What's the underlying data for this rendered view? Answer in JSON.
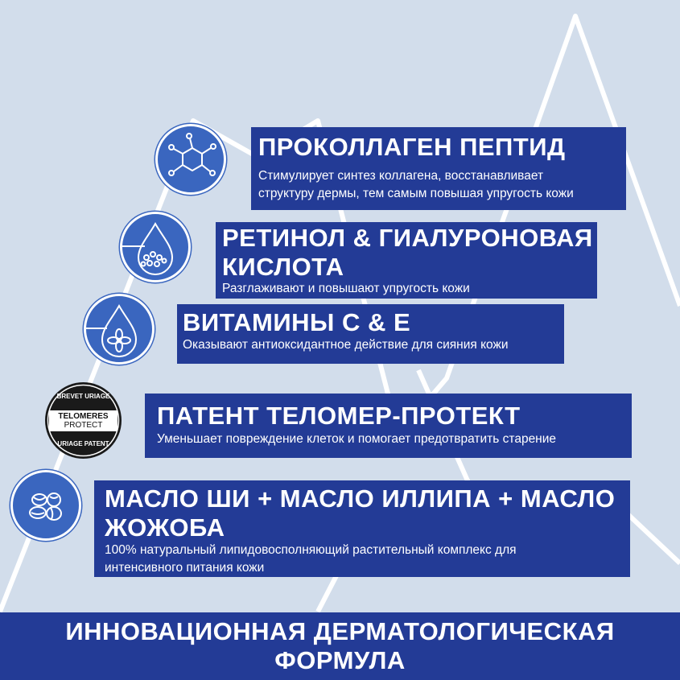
{
  "items": [
    {
      "title": "ПРОКОЛЛАГЕН ПЕПТИД",
      "text_lines": [
        "Стимулирует синтез коллагена,  восстанавливает",
        "структуру дермы, тем самым повышая упругость кожи"
      ],
      "icon": "molecule-icon"
    },
    {
      "title_lines": [
        "РЕТИНОЛ & ГИАЛУРОНОВАЯ",
        "КИСЛОТА"
      ],
      "text": "Разглаживают и повышают упругость кожи",
      "icon": "droplet-bubbles-icon"
    },
    {
      "title": "ВИТАМИНЫ С & Е",
      "text": "Оказывают антиоксидантное действие для сияния кожи",
      "icon": "droplet-flower-icon"
    },
    {
      "title": "ПАТЕНТ ТЕЛОМЕР-ПРОТЕКТ",
      "text": "Уменьшает повреждение клеток и помогает предотвратить старение",
      "icon": "patent-seal-icon"
    },
    {
      "title_lines": [
        "МАСЛО ШИ + МАСЛО ИЛЛИПА + МАСЛО",
        "ЖОЖОБА"
      ],
      "text_lines": [
        "100% натуральный липидовосполняющий растительный комплекс для",
        "интенсивного питания кожи"
      ],
      "icon": "nuts-icon"
    }
  ],
  "seal": {
    "top": "BREVET URIAGE",
    "line1": "TELOMERES",
    "line2": "PROTECT",
    "bottom": "URIAGE PATENT"
  },
  "footer": {
    "line1": "ИННОВАЦИОННАЯ ДЕРМАТОЛОГИЧЕСКАЯ",
    "line2": "ФОРМУЛА"
  },
  "colors": {
    "background": "#d2ddeb",
    "panel": "#233b96",
    "badge": "#3a66bf"
  }
}
